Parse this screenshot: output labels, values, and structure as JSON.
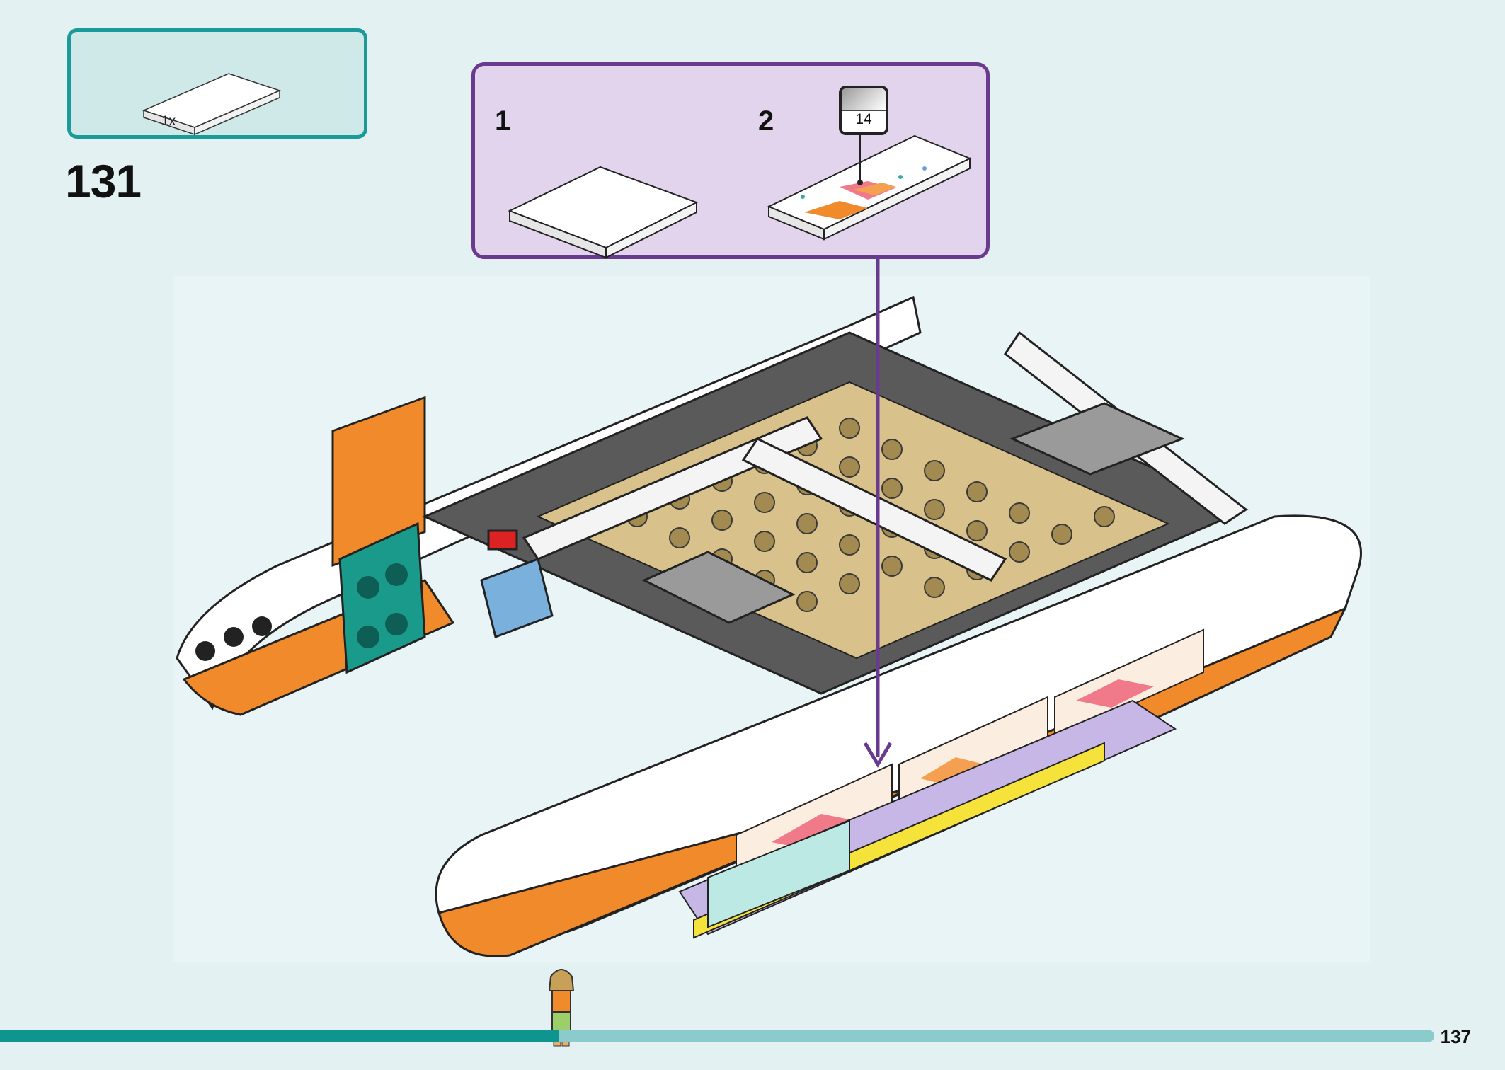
{
  "parts_list": {
    "items": [
      {
        "part": "white-tile-1x4-icon",
        "count": "1x"
      }
    ]
  },
  "step": {
    "number": "131"
  },
  "substeps": [
    {
      "label": "1",
      "part": "white-tile-1x4-icon"
    },
    {
      "label": "2",
      "part": "decorated-tile-1x4-icon",
      "sticker_number": "14"
    }
  ],
  "model": {
    "subject": "catamaran-boat-assembly-icon"
  },
  "progress": {
    "fraction": 0.39
  },
  "page": {
    "number": "137"
  },
  "colors": {
    "background": "#e3f1f3",
    "parts_box_border": "#1a9a98",
    "substep_box_border": "#6a3a8e",
    "substep_box_fill": "#e2d4ec",
    "progress_fill": "#0f9590",
    "progress_track": "#8ccbcc",
    "hull_orange": "#f08a2a",
    "tan_plate": "#d9c18c",
    "teal_brick": "#1a9a8a"
  }
}
